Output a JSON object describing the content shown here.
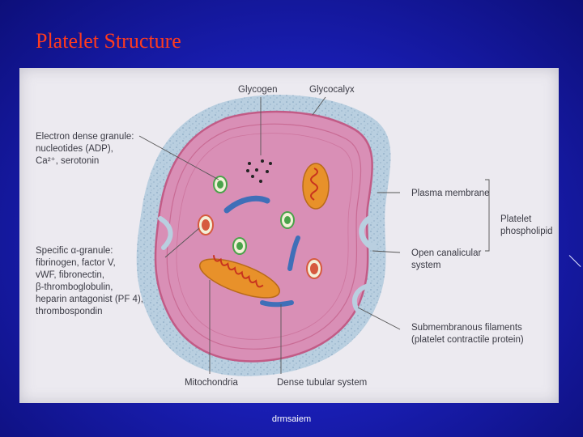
{
  "slide": {
    "title": "Platelet Structure",
    "footer": "drmsaiem"
  },
  "diagram": {
    "labels": {
      "glycogen": "Glycogen",
      "glycocalyx": "Glycocalyx",
      "dense_granule": [
        "Electron dense granule:",
        "nucleotides (ADP),",
        "Ca²⁺, serotonin"
      ],
      "alpha_granule": [
        "Specific α-granule:",
        "fibrinogen, factor V,",
        "vWF, fibronectin,",
        "β-thromboglobulin,",
        "heparin antagonist (PF 4),",
        "thrombospondin"
      ],
      "plasma_membrane": "Plasma membrane",
      "platelet_phospholipid": [
        "Platelet",
        "phospholipid"
      ],
      "open_canalicular": [
        "Open canalicular",
        "system"
      ],
      "submembranous": [
        "Submembranous filaments",
        "(platelet contractile protein)"
      ],
      "mitochondria": "Mitochondria",
      "dense_tubular": "Dense tubular system"
    },
    "colors": {
      "glycocalyx": "#b9cfe0",
      "cytoplasm": "#d98fb6",
      "membrane_rings": "#c25b86",
      "mitochondria": "#e8912a",
      "mitochondria_inner": "#c8331e",
      "dense_granule": "#4aa34a",
      "alpha_granule": "#d65a3e",
      "tubular": "#3f6fb8",
      "label_text": "#3a3a44"
    }
  }
}
